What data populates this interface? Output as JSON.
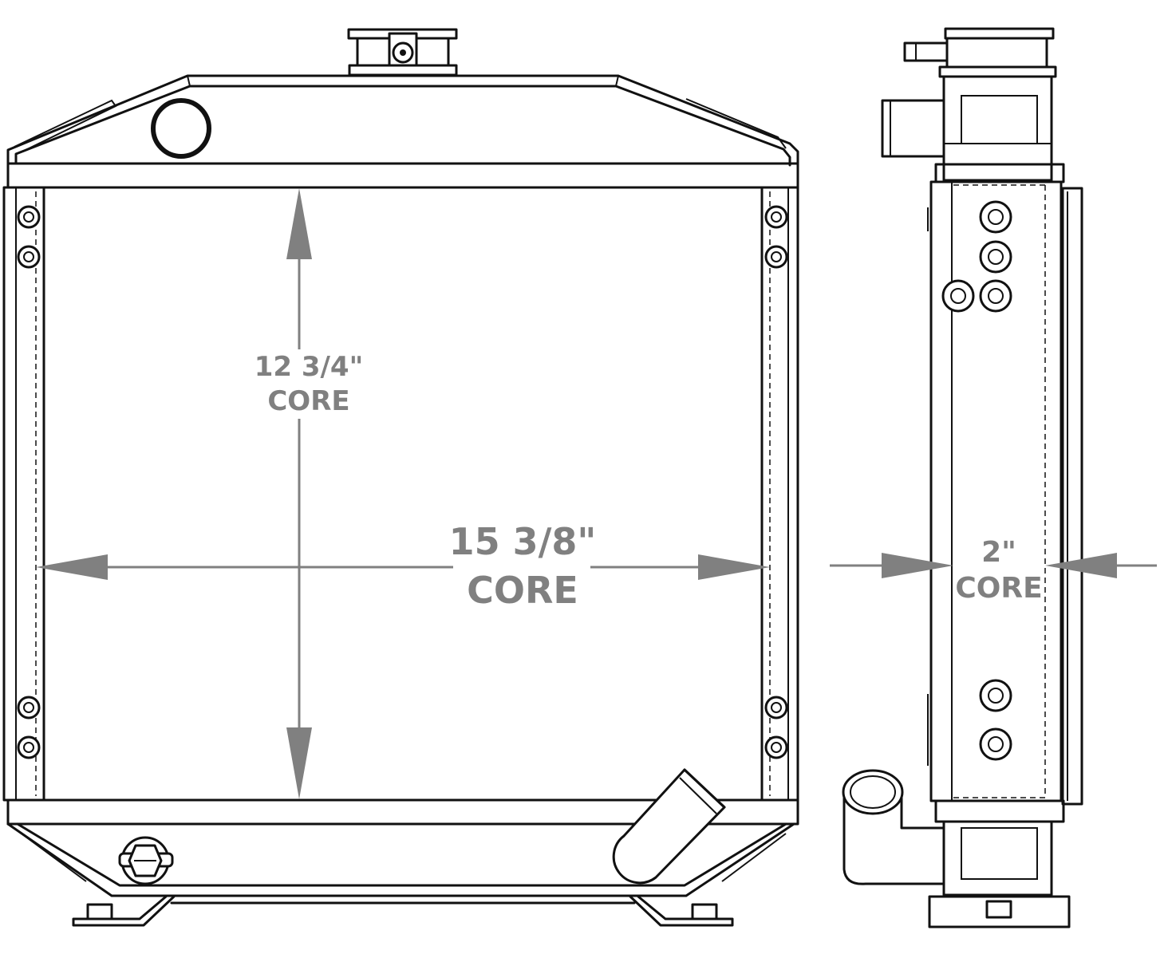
{
  "dimensions": {
    "height": {
      "value": "12 3/4\"",
      "label": "CORE"
    },
    "width": {
      "value": "15 3/8\"",
      "label": "CORE"
    },
    "depth": {
      "value": "2\"",
      "label": "CORE"
    }
  },
  "colors": {
    "line": "#111111",
    "dimension": "#808080",
    "background": "#ffffff"
  }
}
